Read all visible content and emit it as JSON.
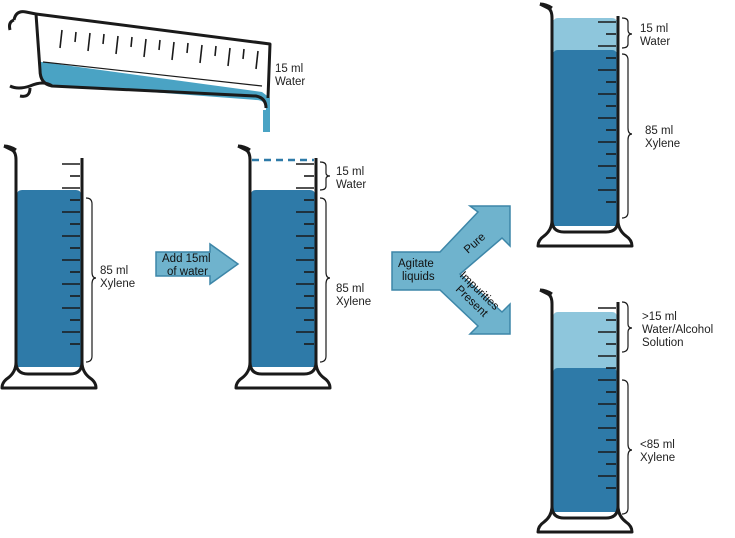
{
  "colors": {
    "xylene": "#2e7aa8",
    "water": "#8ec6dc",
    "water_stream": "#4aa3c4",
    "arrow_fill": "#6fb3cd",
    "arrow_stroke": "#3d86a8",
    "outline": "#1a1a1a"
  },
  "pour": {
    "label_line1": "15 ml",
    "label_line2": "Water"
  },
  "cylinder_1": {
    "xylene_line1": "85 ml",
    "xylene_line2": "Xylene"
  },
  "step_arrow": {
    "line1": "Add 15ml",
    "line2": "of water"
  },
  "cylinder_2": {
    "water_line1": "15 ml",
    "water_line2": "Water",
    "xylene_line1": "85 ml",
    "xylene_line2": "Xylene"
  },
  "agitate": {
    "line1": "Agitate",
    "line2": "liquids",
    "branch_up": "Pure",
    "branch_down_line1": "Impurities",
    "branch_down_line2": "Present"
  },
  "result_pure": {
    "water_line1": "15 ml",
    "water_line2": "Water",
    "xylene_line1": "85 ml",
    "xylene_line2": "Xylene"
  },
  "result_impure": {
    "water_line1": ">15 ml",
    "water_line2": "Water/Alcohol",
    "water_line3": "Solution",
    "xylene_line1": "<85 ml",
    "xylene_line2": "Xylene"
  }
}
